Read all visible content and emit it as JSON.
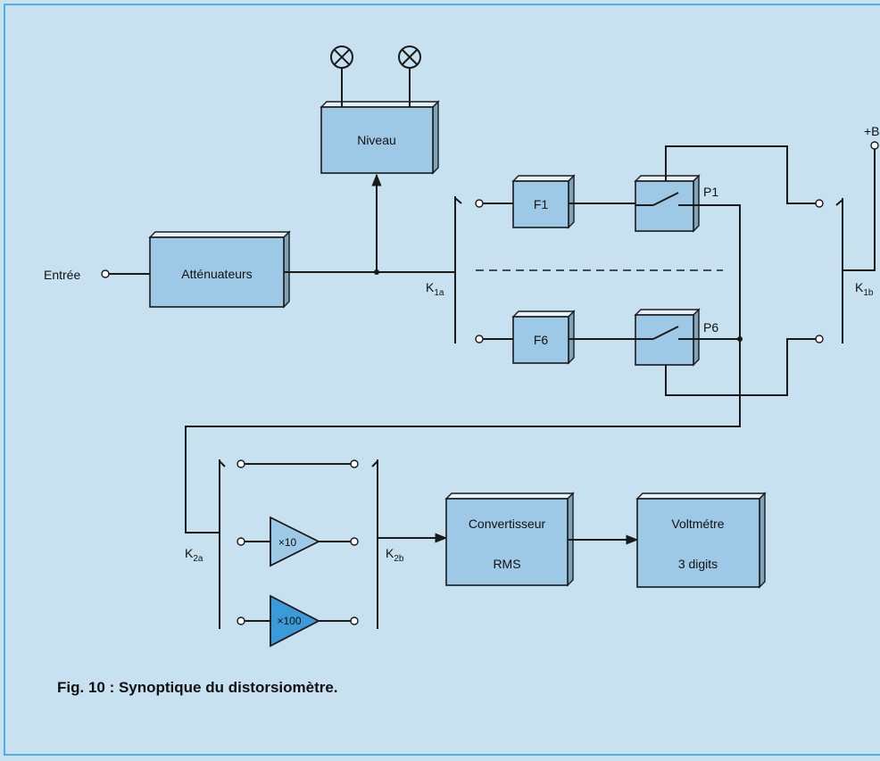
{
  "labels": {
    "input": "Entrée",
    "attenuators": "Atténuateurs",
    "level": "Niveau",
    "f1": "F1",
    "f6": "F6",
    "p1": "P1",
    "p6": "P6",
    "k1a_main": "K",
    "k1a_sub": "1a",
    "k1b_main": "K",
    "k1b_sub": "1b",
    "k2a_main": "K",
    "k2a_sub": "2a",
    "k2b_main": "K",
    "k2b_sub": "2b",
    "supply": "+B",
    "amp10": "×10",
    "amp100": "×100",
    "converter_l1": "Convertisseur",
    "converter_l2": "RMS",
    "voltmeter_l1": "Voltmétre",
    "voltmeter_l2": "3 digits"
  },
  "caption": "Fig. 10 : Synoptique du distorsiomètre.",
  "colors": {
    "background": "#c8e1f0",
    "frame": "#4fb0e0",
    "block_face": "#9ec9e6",
    "amp100_fill": "#3a9bd8"
  }
}
